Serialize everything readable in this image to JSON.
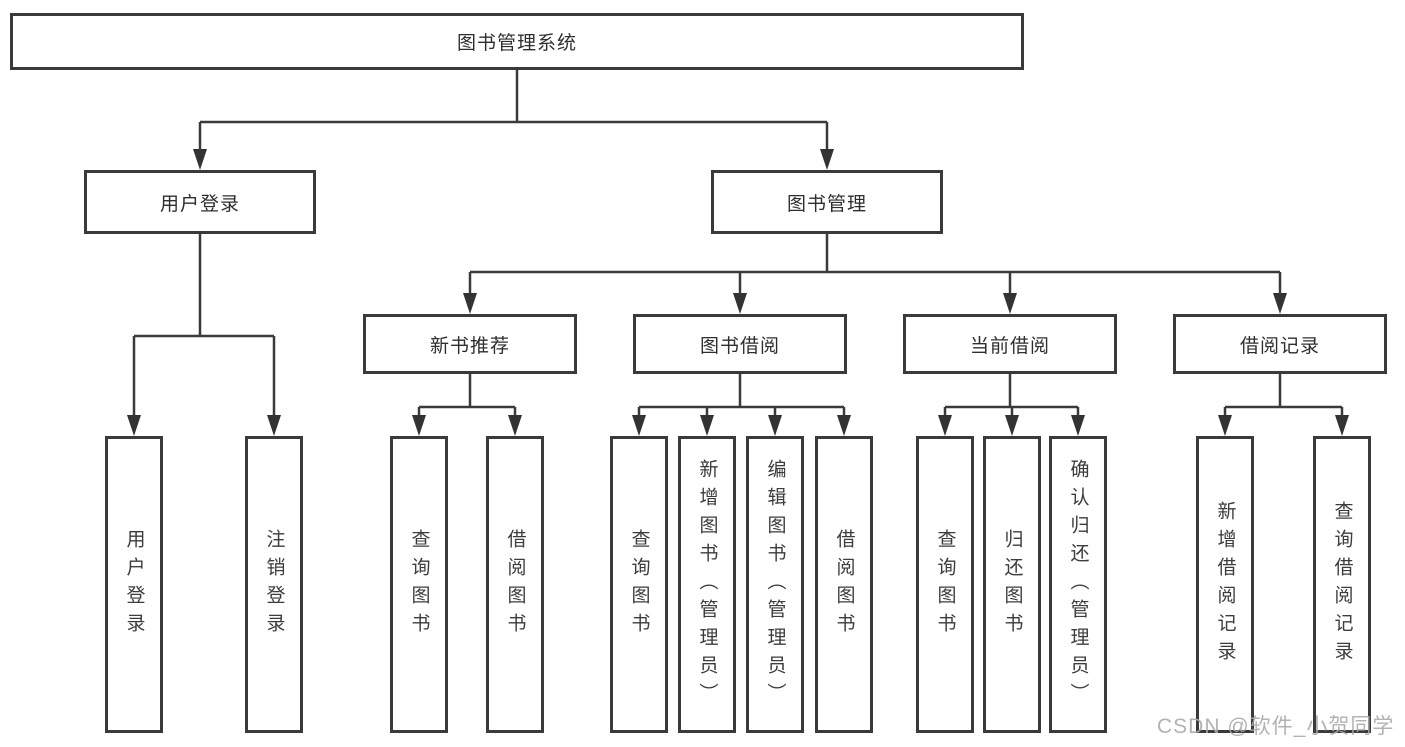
{
  "diagram": {
    "type": "hierarchy-tree",
    "tree": {
      "root": "图书管理系统",
      "level2": [
        "用户登录",
        "图书管理"
      ],
      "level3": [
        "新书推荐",
        "图书借阅",
        "当前借阅",
        "借阅记录"
      ],
      "leaves": {
        "user_login": [
          "用户登录",
          "注销登录"
        ],
        "new_book": [
          "查询图书",
          "借阅图书"
        ],
        "borrow": [
          "查询图书",
          "新增图书（管理员）",
          "编辑图书（管理员）",
          "借阅图书"
        ],
        "current": [
          "查询图书",
          "归还图书",
          "确认归还（管理员）"
        ],
        "records": [
          "新增借阅记录",
          "查询借阅记录"
        ]
      }
    },
    "colors": {
      "line": "#3a3a3a",
      "border": "#3a3a3a",
      "text": "#2e2e2e",
      "background": "#ffffff",
      "watermark": "#aaaaaa"
    },
    "watermark": "CSDN @软件_小贺同学"
  }
}
